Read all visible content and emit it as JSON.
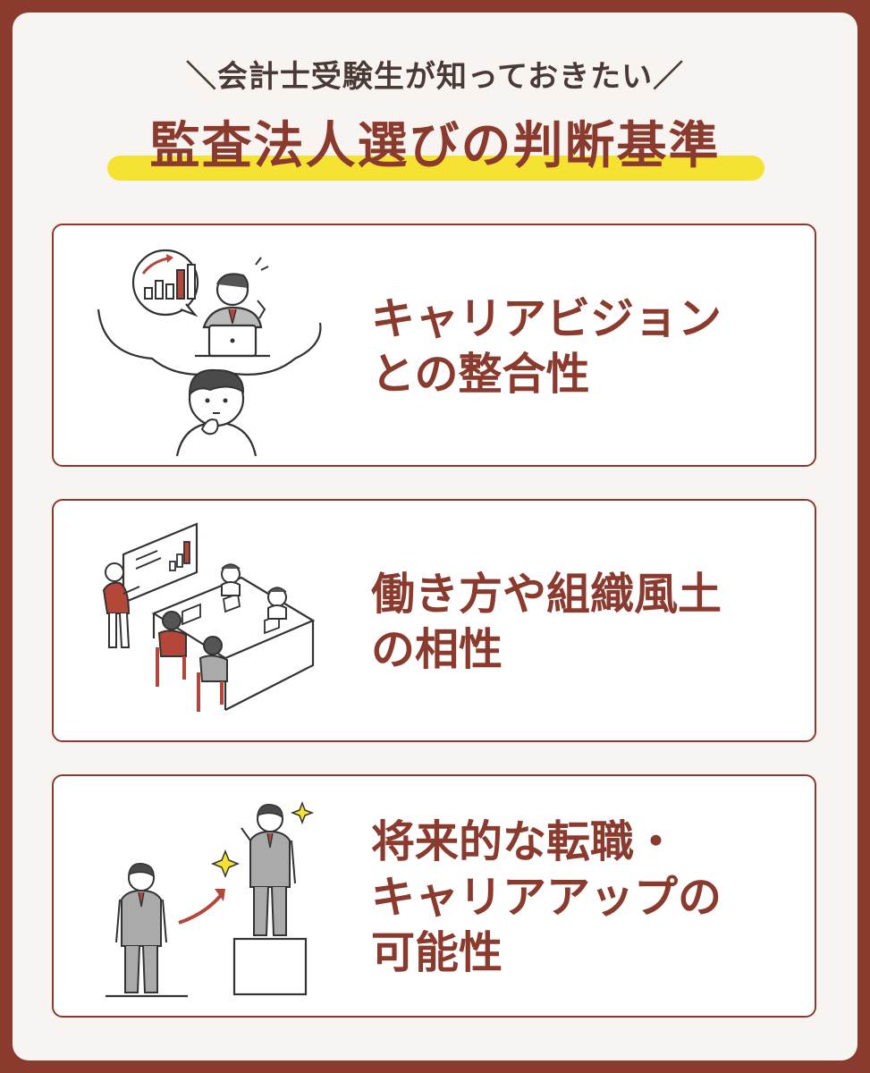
{
  "header": {
    "subtitle": "＼会計士受験生が知っておきたい／",
    "title": "監査法人選びの判断基準"
  },
  "cards": [
    {
      "lines": [
        "キャリアビジョン",
        "との整合性"
      ],
      "illustration": "thinking-person-career-icon"
    },
    {
      "lines": [
        "働き方や組織風土",
        "の相性"
      ],
      "illustration": "office-meeting-icon"
    },
    {
      "lines": [
        "将来的な転職・",
        "キャリアアップの",
        "可能性"
      ],
      "illustration": "career-step-up-icon"
    }
  ],
  "colors": {
    "brand": "#8b3a2e",
    "background": "#f8f4f1",
    "highlight": "#f6e233",
    "text_dark": "#4a3a36"
  }
}
